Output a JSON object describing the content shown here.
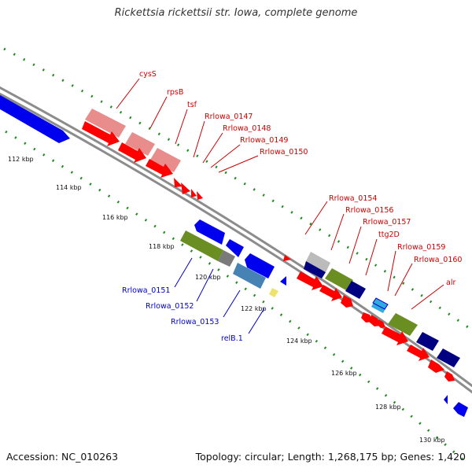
{
  "title": "Rickettsia rickettsii str. Iowa, complete genome",
  "footer": {
    "accession": "Accession: NC_010263",
    "summary": "Topology: circular; Length: 1,268,175 bp; Genes: 1,420"
  },
  "colors": {
    "backbone": "#8c8c8c",
    "tick_dots": "#1f8a1f",
    "label_forward": "#cc0000",
    "label_reverse": "#0000cc"
  },
  "tick_labels": [
    "112 kbp",
    "114 kbp",
    "116 kbp",
    "118 kbp",
    "120 kbp",
    "122 kbp",
    "124 kbp",
    "126 kbp",
    "128 kbp",
    "130 kbp"
  ],
  "genes_forward": [
    {
      "label": "cysS",
      "color": "#e07a7a"
    },
    {
      "label": "rpsB",
      "color": "#e07a7a"
    },
    {
      "label": "tsf",
      "color": "#e07a7a"
    },
    {
      "label": "Rrlowa_0147",
      "color": "#ff0000"
    },
    {
      "label": "Rrlowa_0148",
      "color": "#ff0000"
    },
    {
      "label": "Rrlowa_0149",
      "color": "#ff0000"
    },
    {
      "label": "Rrlowa_0150",
      "color": "#ff0000"
    },
    {
      "label": "Rrlowa_0154",
      "color": "#ff0000"
    },
    {
      "label": "Rrlowa_0156",
      "color": "#6b8e23"
    },
    {
      "label": "Rrlowa_0157",
      "color": "#000080"
    },
    {
      "label": "ttg2D",
      "color": "#ff0000"
    },
    {
      "label": "Rrlowa_0159",
      "color": "#33aadd"
    },
    {
      "label": "Rrlowa_0160",
      "color": "#ff0000"
    },
    {
      "label": "alr",
      "color": "#6b8e23"
    }
  ],
  "genes_reverse": [
    {
      "label": "Rrlowa_0151",
      "color": "#6b8e23"
    },
    {
      "label": "Rrlowa_0152",
      "color": "#0000ee"
    },
    {
      "label": "Rrlowa_0153",
      "color": "#4682b4"
    },
    {
      "label": "relB.1",
      "color": "#0000ee"
    }
  ]
}
